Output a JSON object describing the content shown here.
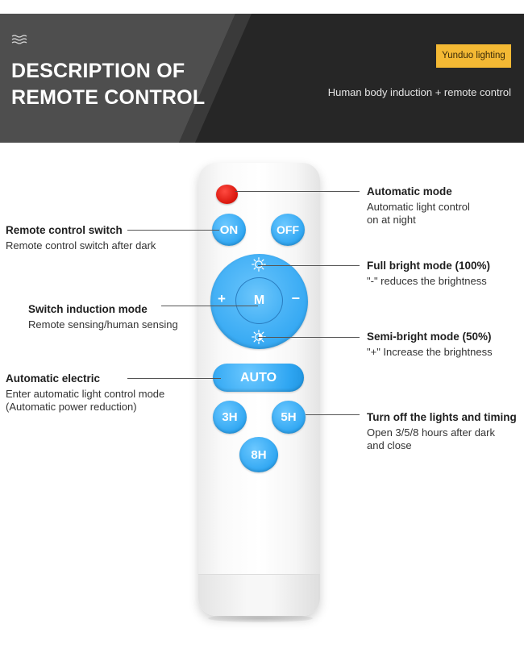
{
  "header": {
    "title_line1": "DESCRIPTION OF",
    "title_line2": "REMOTE CONTROL",
    "brand_badge": "Yunduo lighting",
    "subtitle": "Human body induction + remote control",
    "waves_icon": "waves-icon"
  },
  "remote": {
    "buttons": {
      "on": "ON",
      "off": "OFF",
      "mode": "M",
      "plus": "+",
      "minus": "−",
      "auto": "AUTO",
      "timer_3h": "3H",
      "timer_5h": "5H",
      "timer_8h": "8H"
    },
    "icons": {
      "full_bright": "sun-icon",
      "semi_bright": "half-sun-icon"
    }
  },
  "callouts": {
    "automatic_mode": {
      "title": "Automatic mode",
      "desc_line1": "Automatic light control",
      "desc_line2": "on at night"
    },
    "remote_switch": {
      "title": "Remote control switch",
      "desc": "Remote control switch after dark"
    },
    "full_bright": {
      "title": "Full bright mode (100%)",
      "desc": "\"-\" reduces the brightness"
    },
    "switch_induction": {
      "title": "Switch induction mode",
      "desc": "Remote sensing/human sensing"
    },
    "semi_bright": {
      "title": "Semi-bright mode (50%)",
      "desc": "\"+\" Increase the brightness"
    },
    "automatic_electric": {
      "title": "Automatic electric",
      "desc_line1": "Enter automatic light control mode",
      "desc_line2": "(Automatic power reduction)"
    },
    "timing": {
      "title": "Turn off the lights and timing",
      "desc_line1": "Open 3/5/8 hours after dark",
      "desc_line2": "and close"
    }
  },
  "colors": {
    "header_bg": "#262626",
    "badge": "#f4b934",
    "button_blue": "#36a9f3",
    "led_red": "#d8150c"
  }
}
